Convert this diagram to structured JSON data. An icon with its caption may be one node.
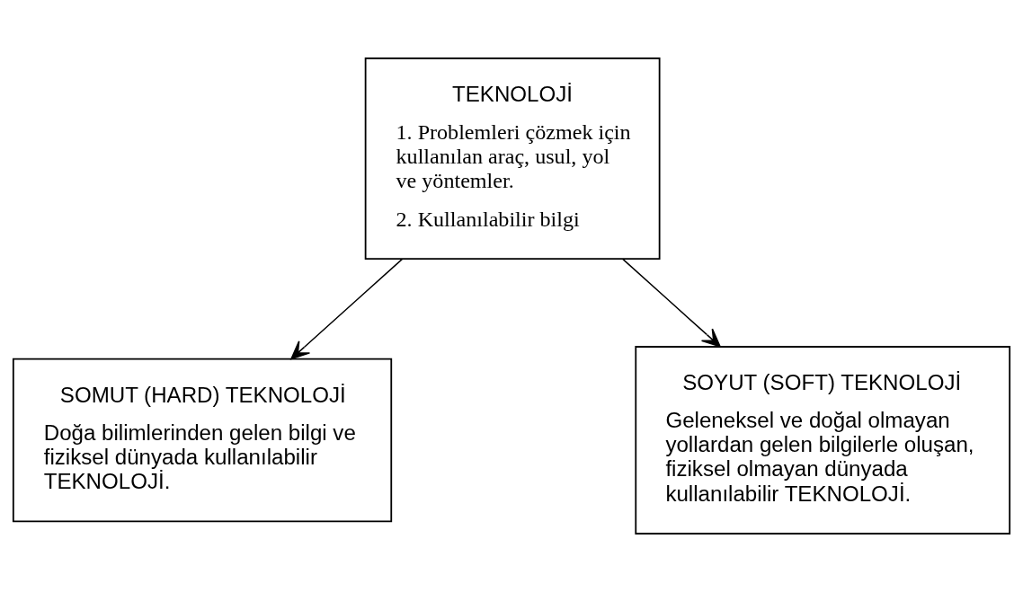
{
  "diagram": {
    "nodes": [
      {
        "text": [
          "TEKNOLOJİ",
          "1. Problemleri çözmek için kullanılan araç, usul, yol ve yöntemler.",
          "2. Kullanılabilir bilgi"
        ]
      },
      {
        "text": [
          "SOMUT (HARD) TEKNOLOJİ",
          "Doğa bilimlerinden gelen bilgi ve fiziksel dünyada kullanılabilir TEKNOLOJİ."
        ]
      },
      {
        "text": [
          "SOYUT (SOFT) TEKNOLOJİ",
          "Geleneksel ve doğal olmayan yollardan gelen bilgilerle oluşan, fiziksel olmayan dünyada kullanılabilir TEKNOLOJİ."
        ]
      }
    ],
    "edges": [
      {
        "from": 0,
        "to": 1,
        "arrow": "to"
      },
      {
        "from": 0,
        "to": 2,
        "arrow": "to"
      }
    ]
  }
}
